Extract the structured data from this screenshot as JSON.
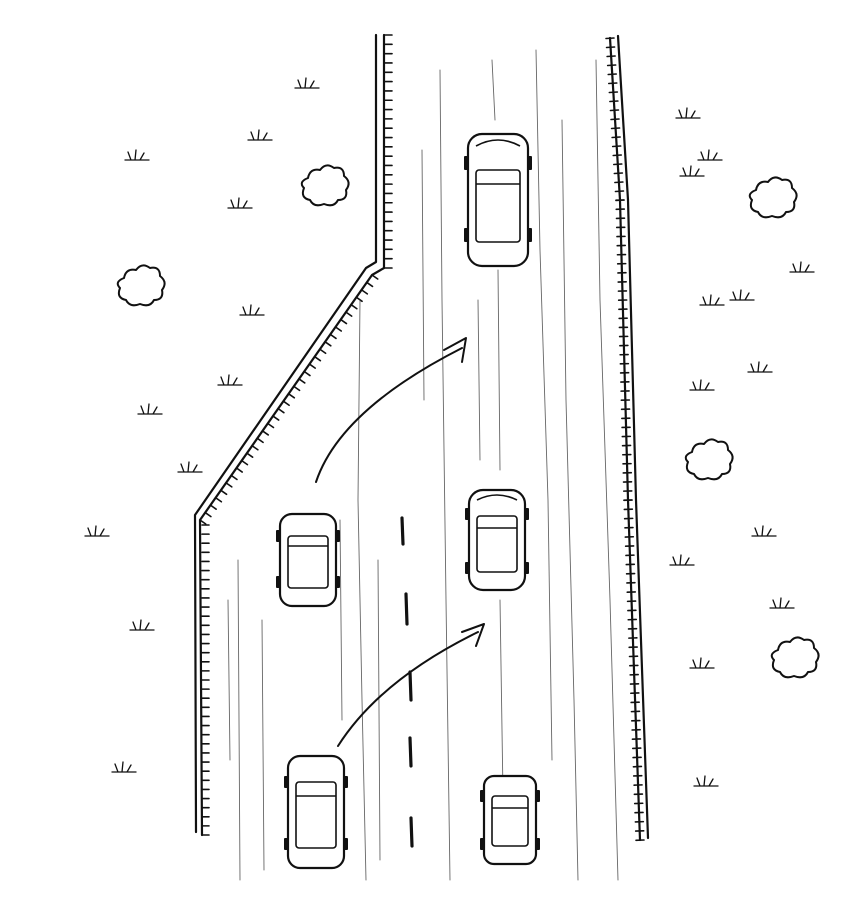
{
  "scene": {
    "subject": "lane-merge",
    "lanes_after_merge": 2,
    "lanes_before_merge": 3,
    "cars": [
      {
        "id": "car-top",
        "lane": "right-through"
      },
      {
        "id": "car-merging-left",
        "lane": "merge-lane"
      },
      {
        "id": "car-middle-right",
        "lane": "right-through"
      },
      {
        "id": "car-bottom-left",
        "lane": "left-through"
      },
      {
        "id": "car-bottom-right",
        "lane": "right-through"
      }
    ],
    "arrows": [
      {
        "from": "car-merging-left",
        "direction": "up-right"
      },
      {
        "from": "car-bottom-left",
        "direction": "up-right"
      }
    ],
    "colors": {
      "ink": "#111111",
      "background": "#ffffff"
    },
    "icons": [
      "car-icon",
      "bush-icon",
      "grass-tuft-icon",
      "arrow-icon"
    ]
  }
}
